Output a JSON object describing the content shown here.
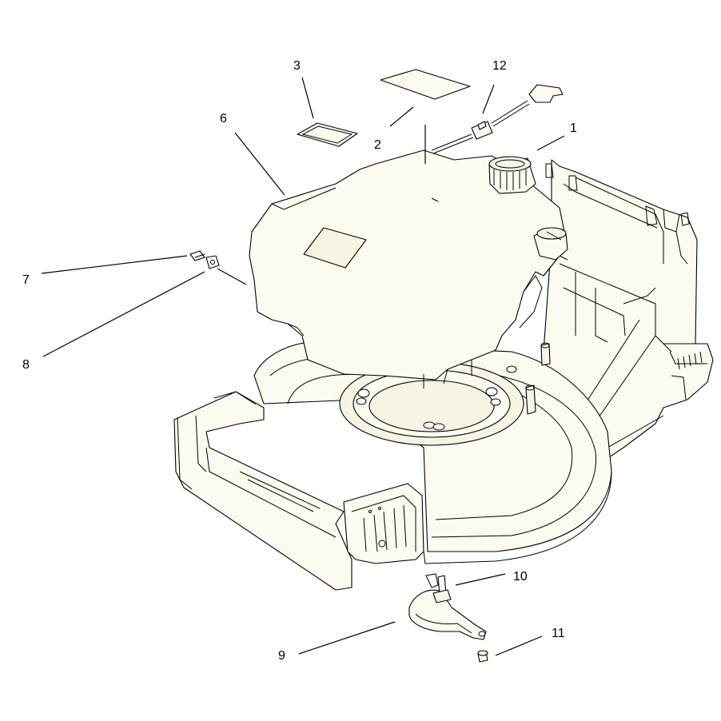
{
  "colors": {
    "line": "#000000",
    "fill": "#fdfbf0",
    "background": "#ffffff"
  },
  "callouts": {
    "c1": "1",
    "c2": "2",
    "c3": "3",
    "c6": "6",
    "c7": "7",
    "c8": "8",
    "c9": "9",
    "c10": "10",
    "c11": "11",
    "c12": "12"
  }
}
